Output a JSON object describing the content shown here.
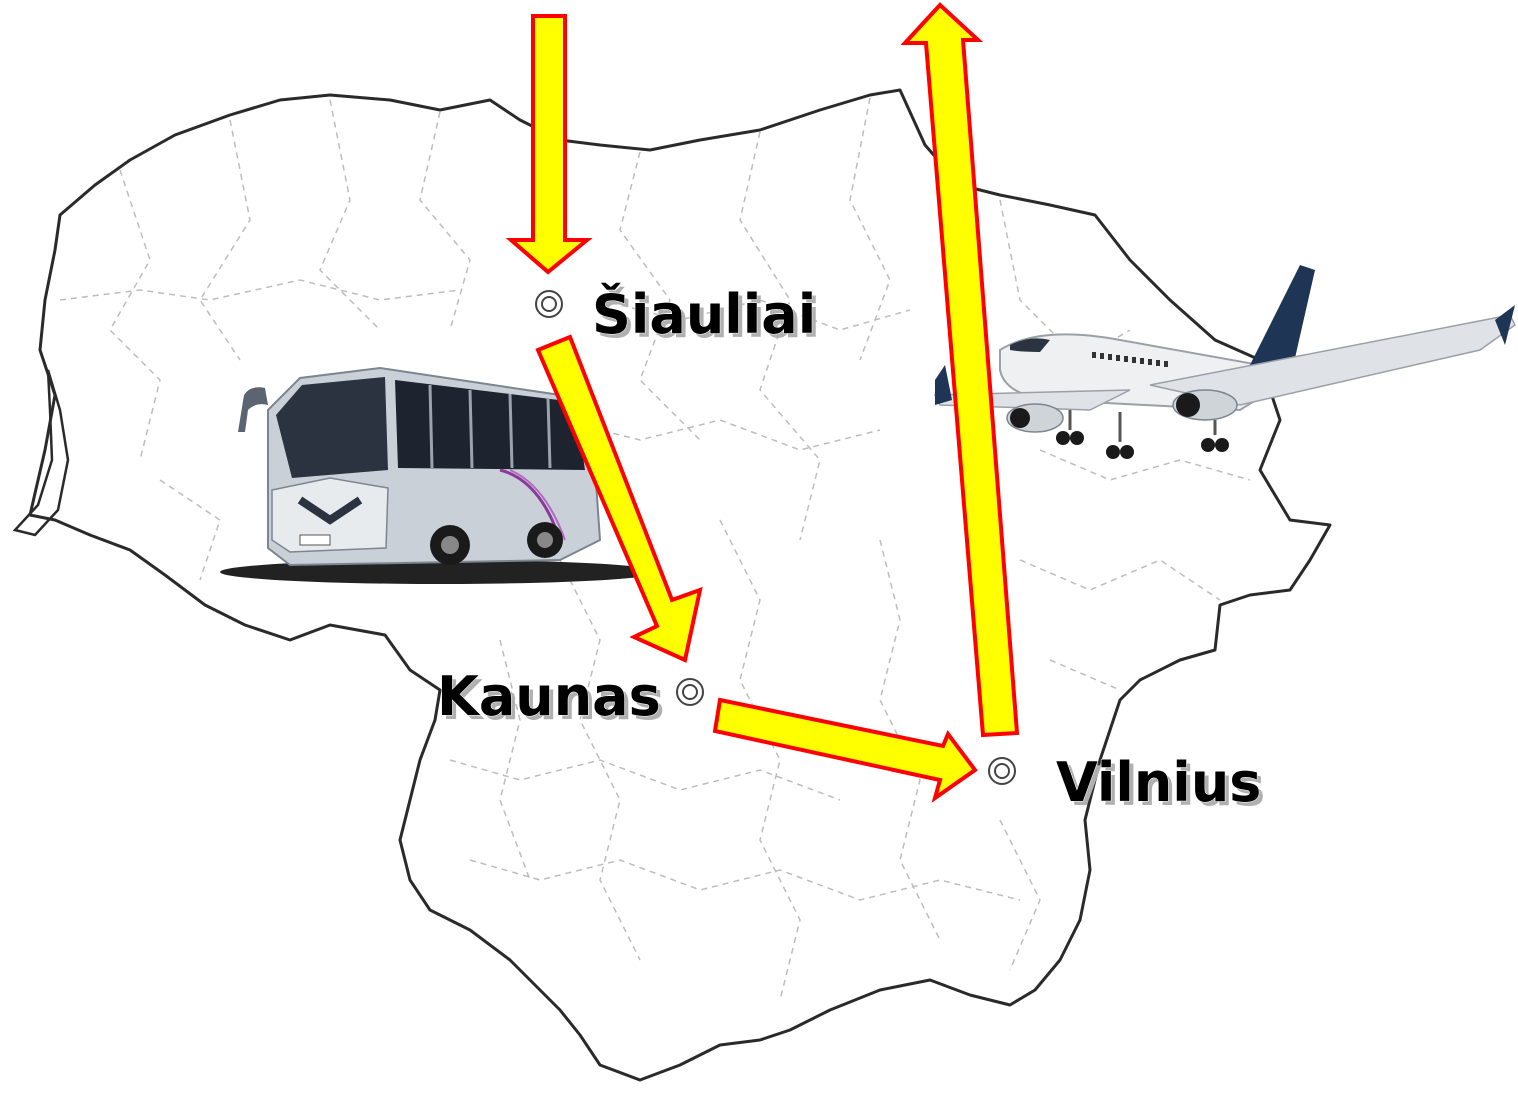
{
  "title": "",
  "cities": {
    "siauliai": "Šiauliai",
    "kaunas": "Kaunas",
    "vilnius": "Vilnius"
  },
  "legend_icons": {
    "bus": "bus-icon",
    "plane": "airplane-icon",
    "city_marker": "city-marker-icon"
  },
  "colors": {
    "arrow_fill": "#ffff00",
    "arrow_stroke": "#ff0000",
    "border": "#2a2a2a",
    "district_border": "#bdbdbd"
  }
}
